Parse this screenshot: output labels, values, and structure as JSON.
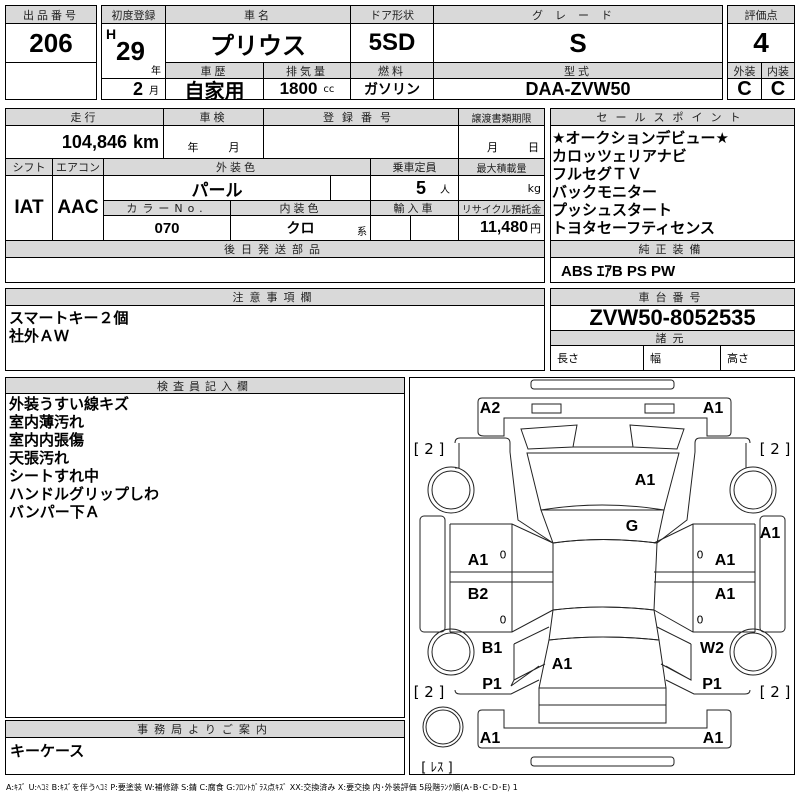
{
  "header": {
    "lot_label": "出品番号",
    "lot": "206",
    "first_reg_label": "初度登録",
    "era": "H",
    "year": "29",
    "year_unit": "年",
    "month": "2",
    "month_unit": "月",
    "name_label": "車名",
    "name": "プリウス",
    "door_label": "ドア形状",
    "door": "5SD",
    "grade_label": "グレード",
    "grade": "S",
    "history_label": "車歴",
    "history": "自家用",
    "disp_label": "排気量",
    "disp": "1800",
    "disp_unit": "cc",
    "fuel_label": "燃料",
    "fuel": "ガソリン",
    "model_label": "型式",
    "model": "DAA-ZVW50",
    "score_label": "評価点",
    "score": "4",
    "ext_label": "外装",
    "int_label": "内装",
    "ext": "C",
    "int": "C"
  },
  "spec": {
    "mileage_label": "走行",
    "mileage": "104,846",
    "mileage_unit": "km",
    "inspection_label": "車検",
    "year_unit": "年",
    "month_unit": "月",
    "regno_label": "登録番号",
    "transfer_label": "譲渡書類期限",
    "day_unit": "日",
    "shift_label": "シフト",
    "shift": "IAT",
    "ac_label": "エアコン",
    "ac": "AAC",
    "color_label": "外装色",
    "color": "パール",
    "capacity_label": "乗車定員",
    "capacity": "5",
    "capacity_unit": "人",
    "load_label": "最大積載量",
    "load_unit": "kg",
    "colorno_label": "カラーNo.",
    "colorno": "070",
    "interior_label": "内装色",
    "interior": "クロ",
    "interior_unit": "系",
    "import_label": "輸入車",
    "recycle_label": "リサイクル預託金",
    "recycle": "11,480",
    "recycle_unit": "円",
    "later_label": "後日発送部品"
  },
  "sales": {
    "label": "セールスポイント",
    "items": [
      "★オークションデビュー★",
      "カロッツェリアナビ",
      "フルセグＴＶ",
      "バックモニター",
      "プッシュスタート",
      "トヨタセーフティセンス"
    ],
    "equip_label": "純正装備",
    "equip": "ABS ｴｱB PS PW"
  },
  "notes": {
    "label": "注意事項欄",
    "lines": [
      "スマートキー２個",
      "社外ＡＷ"
    ]
  },
  "chassis": {
    "label": "車台番号",
    "value": "ZVW50-8052535",
    "spec_label": "諸元",
    "length": "長さ",
    "width": "幅",
    "height": "高さ"
  },
  "inspector": {
    "label": "検査員記入欄",
    "lines": [
      "外装うすい線キズ",
      "室内薄汚れ",
      "室内内張傷",
      "天張汚れ",
      "シートすれ中",
      "ハンドルグリップしわ",
      "バンパー下Ａ"
    ]
  },
  "office": {
    "label": "事務局よりご案内",
    "text": "キーケース"
  },
  "diagram": {
    "front_left": "A2",
    "front_right": "A1",
    "hood": "A1",
    "windshield": "G",
    "right_sill": "A1",
    "lf_door": "A1",
    "rf_door": "A1",
    "lr_door": "B2",
    "rr_door": "A1",
    "lr_fender": "B1",
    "rr_fender": "W2",
    "trunk": "A1",
    "lr_quarter": "P1",
    "rr_quarter": "P1",
    "rear_left": "A1",
    "rear_right": "A1",
    "tire_fl": "[ 2 ]",
    "tire_fr": "[ 2 ]",
    "tire_rl": "[ 2 ]",
    "tire_rr": "[ 2 ]",
    "spare": "[ ﾚｽ ]",
    "zero": "0"
  },
  "legend": "A:ｷｽﾞ U:ﾍｺﾐ B:ｷｽﾞを伴うﾍｺﾐ P:要塗装 W:補修跡 S:錆 C:腐食 G:ﾌﾛﾝﾄｶﾞﾗｽ点ｷｽﾞ XX:交換済み X:要交換 内･外装評価 5段階ﾗﾝｸ順(A･B･C･D･E) 1"
}
